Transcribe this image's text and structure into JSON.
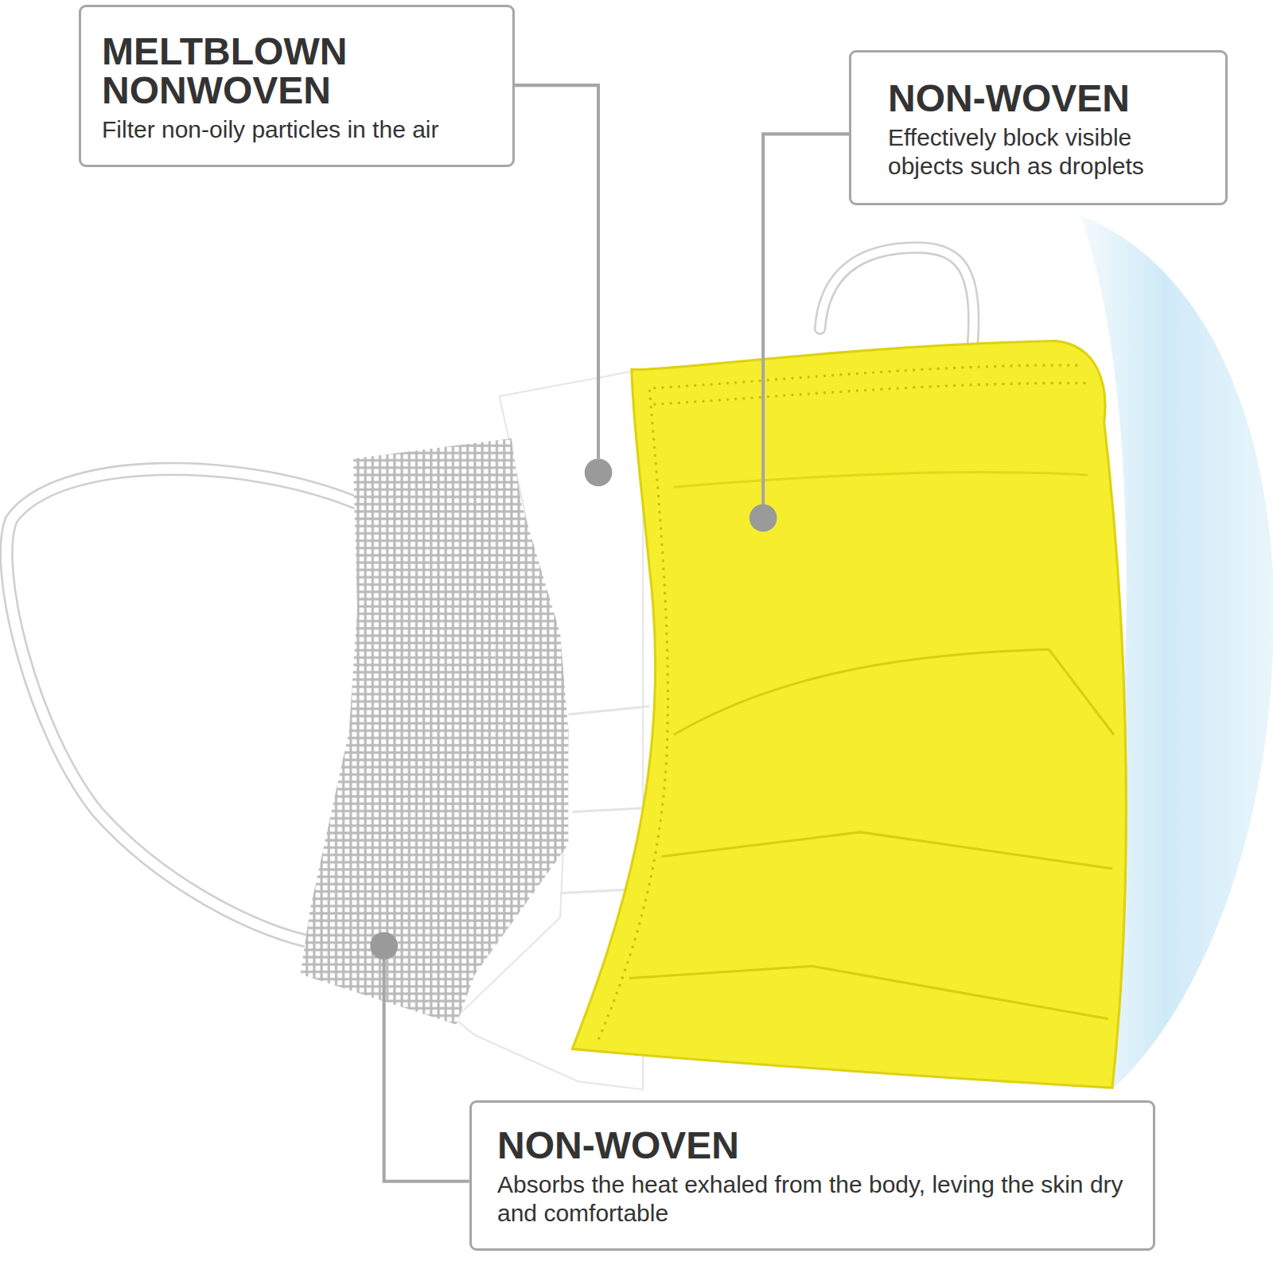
{
  "diagram": {
    "nodes": [
      {
        "text": [
          "MELTBLOWN NONWOVEN",
          "Filter non-oily particles in the air"
        ]
      },
      {
        "text": [
          "NON-WOVEN",
          "Effectively block visible objects such as droplets"
        ]
      },
      {
        "text": [
          "NON-WOVEN",
          "Absorbs the heat exhaled from the body, leving the skin dry and comfortable"
        ]
      }
    ]
  }
}
